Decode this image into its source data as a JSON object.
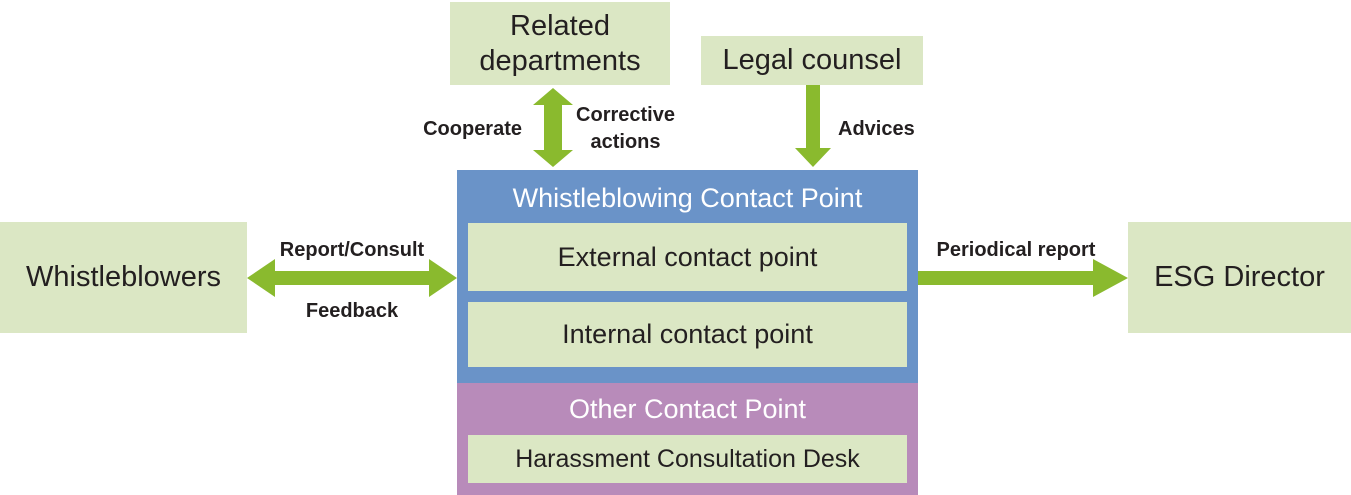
{
  "diagram": {
    "boxes": {
      "related_departments": "Related\ndepartments",
      "legal_counsel": "Legal counsel",
      "whistleblowers": "Whistleblowers",
      "esg_director": "ESG Director",
      "whistleblowing_contact_point": "Whistleblowing Contact Point",
      "external_contact_point": "External contact point",
      "internal_contact_point": "Internal contact point",
      "other_contact_point": "Other Contact Point",
      "harassment_consultation_desk": "Harassment Consultation Desk"
    },
    "arrow_labels": {
      "cooperate": "Cooperate",
      "corrective_actions": "Corrective\nactions",
      "advices": "Advices",
      "report_consult": "Report/Consult",
      "feedback": "Feedback",
      "periodical_report": "Periodical report"
    },
    "colors": {
      "light_green": "#dbe7c4",
      "panel_blue": "#6a93c8",
      "panel_purple": "#b88bba",
      "arrow_green": "#8aba2e",
      "text_dark": "#231f20",
      "text_light": "#ffffff"
    }
  }
}
